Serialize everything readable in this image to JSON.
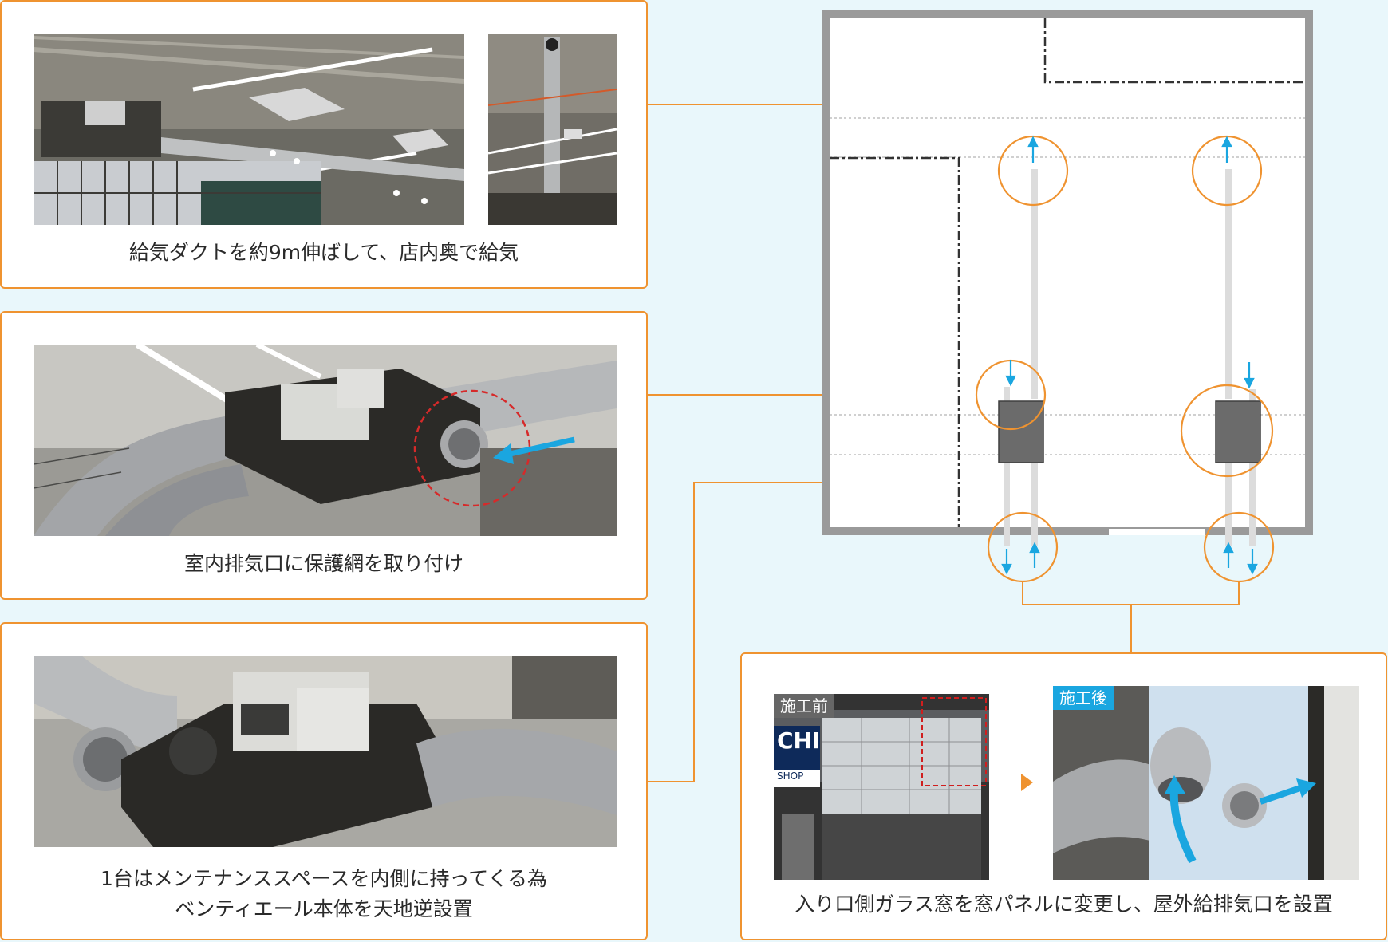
{
  "panels": {
    "supply_duct": {
      "caption": "給気ダクトを約9m伸ばして、店内奥で給気"
    },
    "indoor_exhaust": {
      "caption": "室内排気口に保護網を取り付け"
    },
    "unit_inverted": {
      "caption_line1": "1台はメンテナンススペースを内側に持ってくる為",
      "caption_line2": "ベンティエール本体を天地逆設置"
    },
    "window_panel": {
      "before_label": "施工前",
      "after_label": "施工後",
      "shop_sign_1": "CHI",
      "shop_sign_2": "SHOP",
      "caption": "入り口側ガラス窓を窓パネルに変更し、屋外給排気口を設置"
    }
  },
  "colors": {
    "accent_orange": "#ef9330",
    "arrow_blue": "#1aa6e0",
    "background": "#e9f7fb",
    "wall_gray": "#9a9a9a",
    "unit_gray": "#6b6b6b",
    "after_badge_blue": "#1aa6e0",
    "before_badge_gray": "#666666"
  }
}
